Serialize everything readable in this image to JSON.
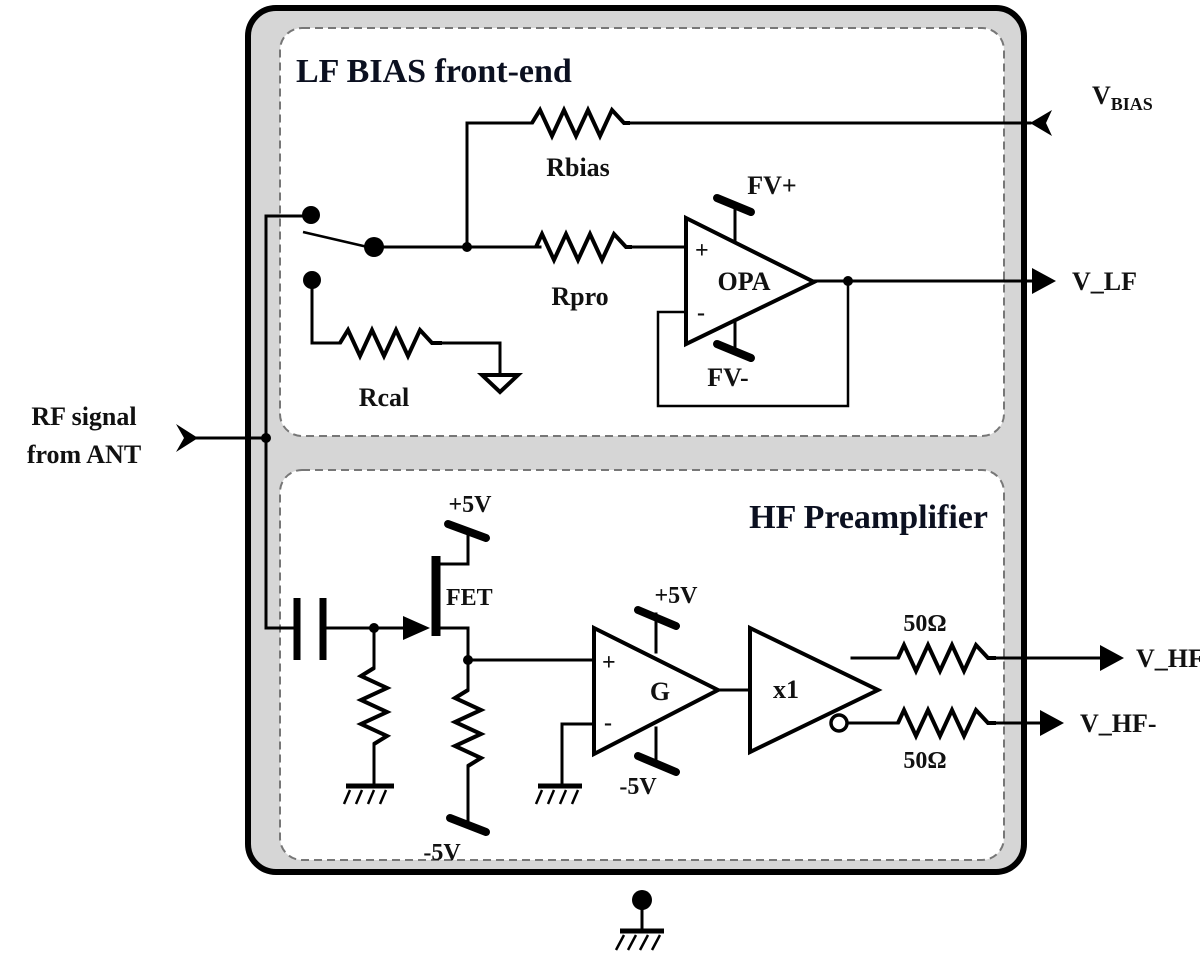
{
  "diagram": {
    "title": "Antenna preamplifier block schematic",
    "colors": {
      "enclosure_fill": "#d6d6d6",
      "panel_fill": "#ffffff",
      "line": "#000000"
    },
    "lf_block": {
      "title": "LF BIAS front-end",
      "resistors": {
        "rbias": "Rbias",
        "rpro": "Rpro",
        "rcal": "Rcal"
      },
      "opamp": {
        "label": "OPA",
        "plus": "+",
        "minus": "-",
        "supply_pos": "FV+",
        "supply_neg": "FV-"
      }
    },
    "hf_block": {
      "title": "HF Preamplifier",
      "fet": {
        "label": "FET",
        "supply": "+5V",
        "source_supply": "-5V"
      },
      "gain_amp": {
        "label": "G",
        "plus": "+",
        "minus": "-",
        "supply_pos": "+5V",
        "supply_neg": "-5V"
      },
      "buffer": {
        "label": "x1"
      },
      "out_resistors": {
        "top": "50Ω",
        "bottom": "50Ω"
      }
    },
    "ports": {
      "input": {
        "line1": "RF signal",
        "line2": "from ANT"
      },
      "vbias": {
        "main": "V",
        "sub": "BIAS"
      },
      "v_lf": "V_LF",
      "v_hf_pos": "V_HF+",
      "v_hf_neg": "V_HF-"
    }
  }
}
